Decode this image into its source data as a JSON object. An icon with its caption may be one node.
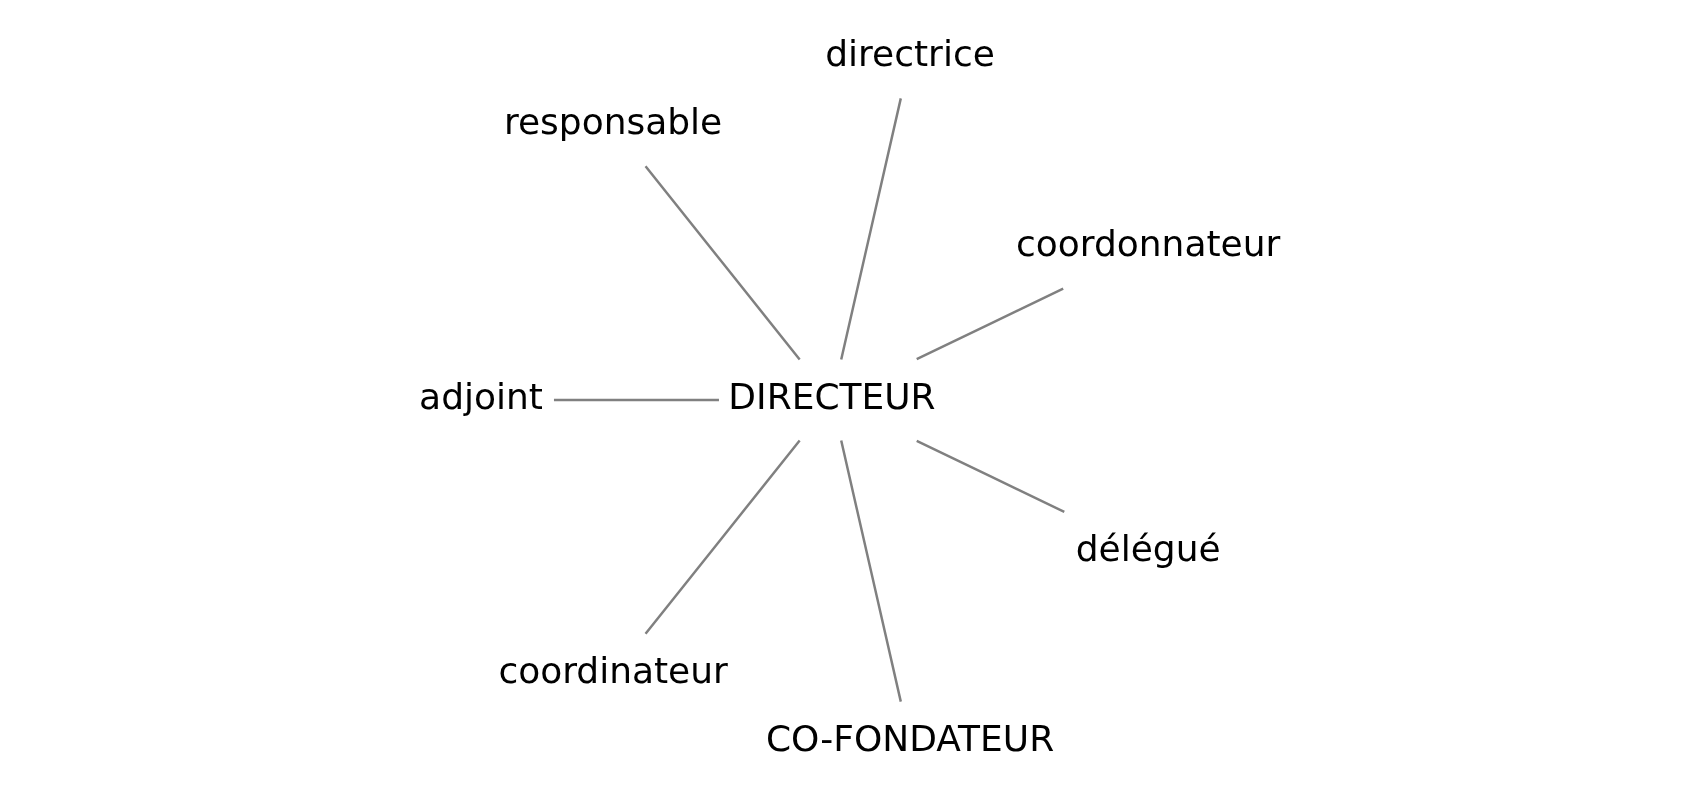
{
  "diagram": {
    "nodes": [
      {
        "text": [
          "directrice"
        ]
      },
      {
        "text": [
          "responsable"
        ]
      },
      {
        "text": [
          "coordonnateur"
        ]
      },
      {
        "text": [
          "DIRECTEUR"
        ]
      },
      {
        "text": [
          "adjoint"
        ]
      },
      {
        "text": [
          "délégué"
        ]
      },
      {
        "text": [
          "coordinateur"
        ]
      },
      {
        "text": [
          "CO-FONDATEUR"
        ]
      }
    ],
    "edges": [
      {
        "from": 3,
        "to": 2,
        "arrow": "none"
      },
      {
        "from": 3,
        "to": 0,
        "arrow": "none"
      },
      {
        "from": 3,
        "to": 1,
        "arrow": "none"
      },
      {
        "from": 3,
        "to": 4,
        "arrow": "none"
      },
      {
        "from": 3,
        "to": 6,
        "arrow": "none"
      },
      {
        "from": 3,
        "to": 7,
        "arrow": "none"
      },
      {
        "from": 3,
        "to": 5,
        "arrow": "none"
      }
    ]
  }
}
